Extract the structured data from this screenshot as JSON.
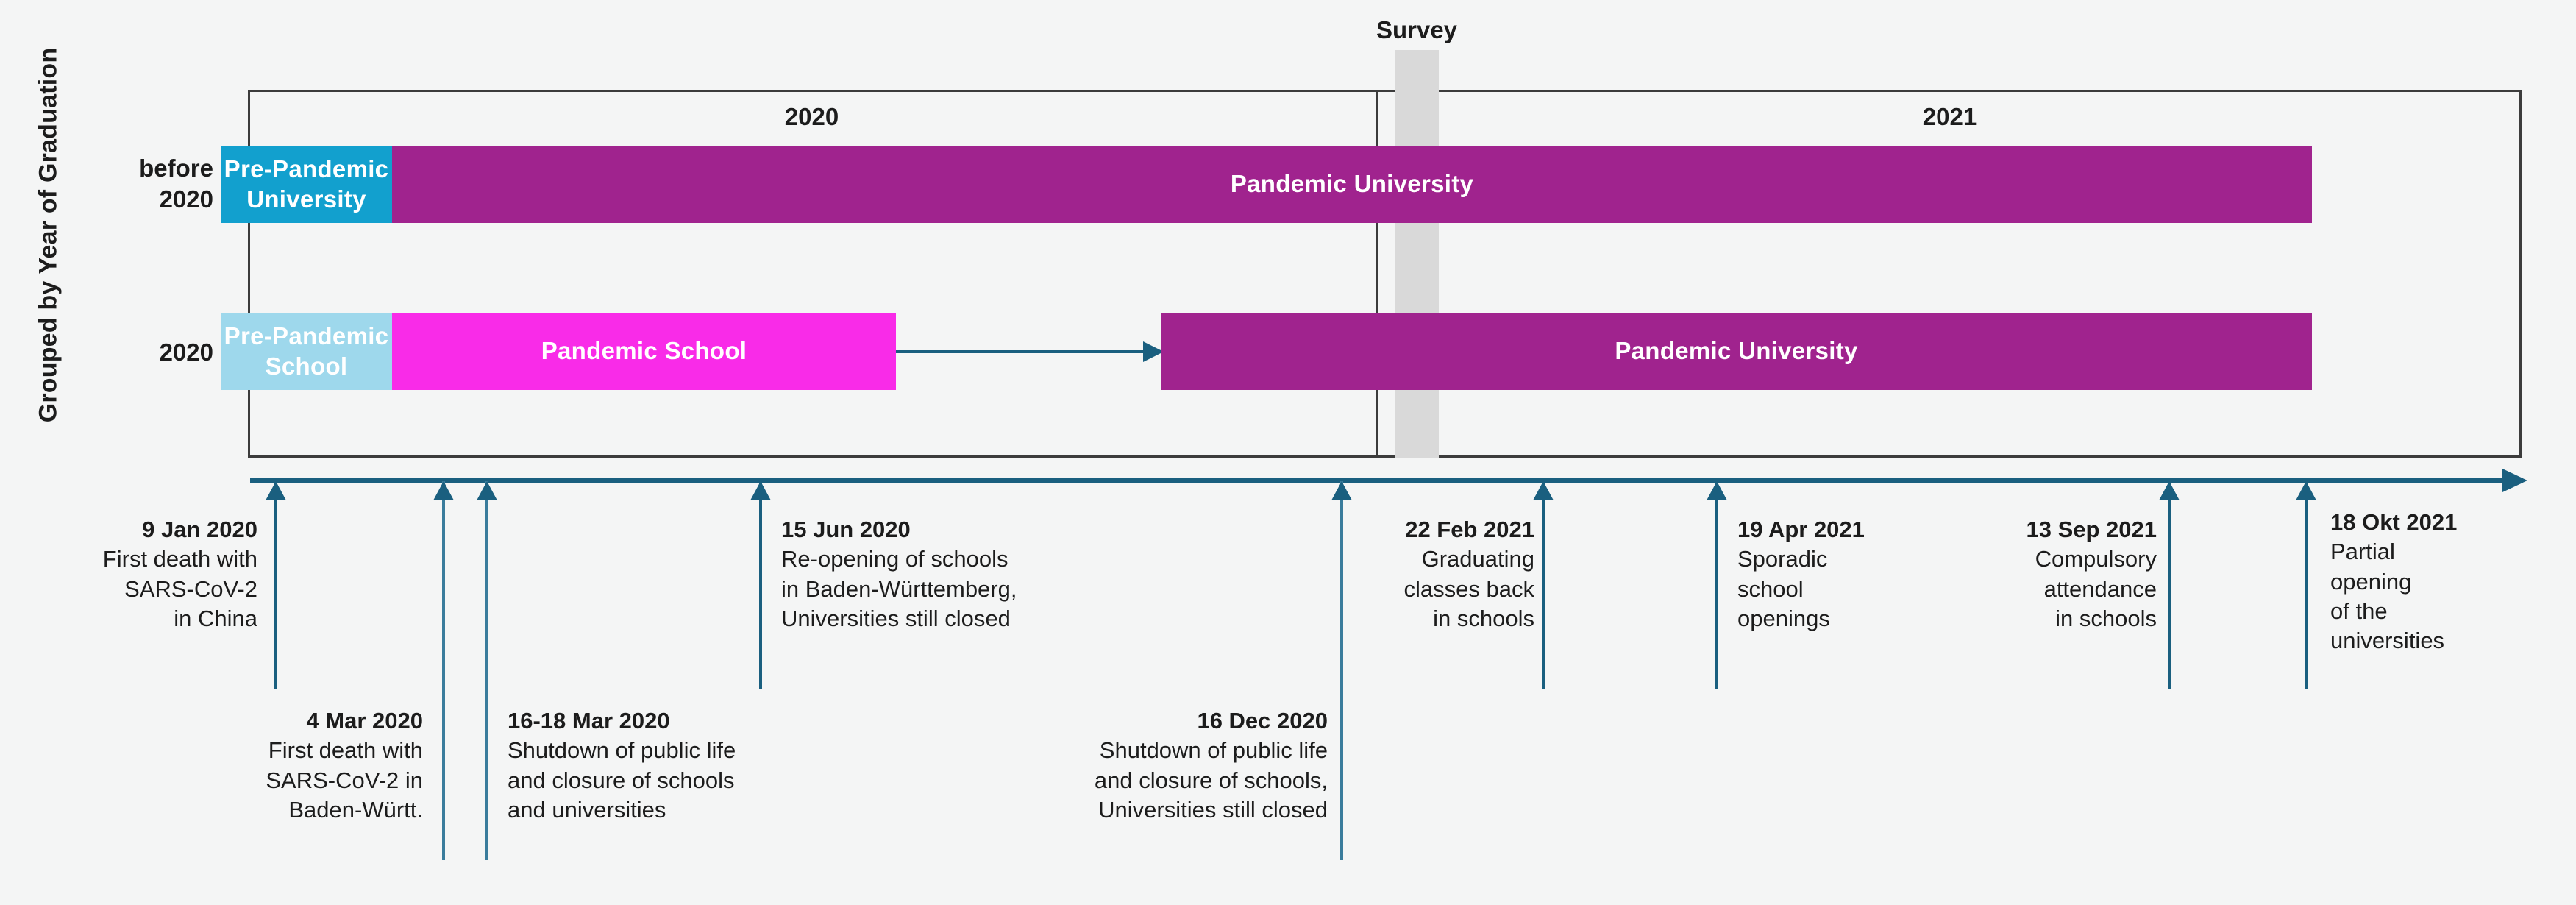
{
  "axis_label": "Grouped by Year of Graduation",
  "survey": {
    "label": "Survey"
  },
  "years": [
    {
      "label": "2020"
    },
    {
      "label": "2021"
    }
  ],
  "row_labels": [
    {
      "line1": "before",
      "line2": "2020"
    },
    {
      "line1": "2020",
      "line2": ""
    }
  ],
  "bars": [
    {
      "label": "Pre-Pandemic University",
      "label_line1": "Pre-Pandemic",
      "label_line2": "University",
      "color": "#12A0CE"
    },
    {
      "label": "Pandemic University",
      "label_line1": "Pandemic University",
      "label_line2": "",
      "color": "#A0238E"
    },
    {
      "label": "Pre-Pandemic School",
      "label_line1": "Pre-Pandemic",
      "label_line2": "School",
      "color": "#9ED8EC"
    },
    {
      "label": "Pandemic School",
      "label_line1": "Pandemic School",
      "label_line2": "",
      "color": "#F92BE8"
    },
    {
      "label": "Pandemic University",
      "label_line1": "Pandemic University",
      "label_line2": "",
      "color": "#A0238E"
    }
  ],
  "events": [
    {
      "date": "9 Jan 2020",
      "body": "First death with\nSARS-CoV-2\nin China"
    },
    {
      "date": "4 Mar 2020",
      "body": "First death with\nSARS-CoV-2 in\nBaden-Württ."
    },
    {
      "date": "16-18 Mar 2020",
      "body": "Shutdown of public life\nand closure of schools\nand universities"
    },
    {
      "date": "15 Jun 2020",
      "body": "Re-opening of schools\nin Baden-Württemberg,\nUniversities still closed"
    },
    {
      "date": "16 Dec 2020",
      "body": "Shutdown of public life\nand closure of schools,\nUniversities still closed"
    },
    {
      "date": "22 Feb 2021",
      "body": "Graduating\nclasses back\nin schools"
    },
    {
      "date": "19 Apr 2021",
      "body": "Sporadic\nschool\nopenings"
    },
    {
      "date": "13 Sep 2021",
      "body": "Compulsory\nattendance\nin schools"
    },
    {
      "date": "18 Okt 2021",
      "body": "Partial\nopening\nof the\nuniversities"
    }
  ],
  "colors": {
    "accent_blue": "#12A0CE",
    "light_blue": "#9ED8EC",
    "magenta": "#F92BE8",
    "purple": "#A0238E",
    "timeline": "#1a5f7f",
    "frame": "#3c3c3c",
    "survey_band": "#d9d9d9",
    "background": "#f4f5f5"
  }
}
